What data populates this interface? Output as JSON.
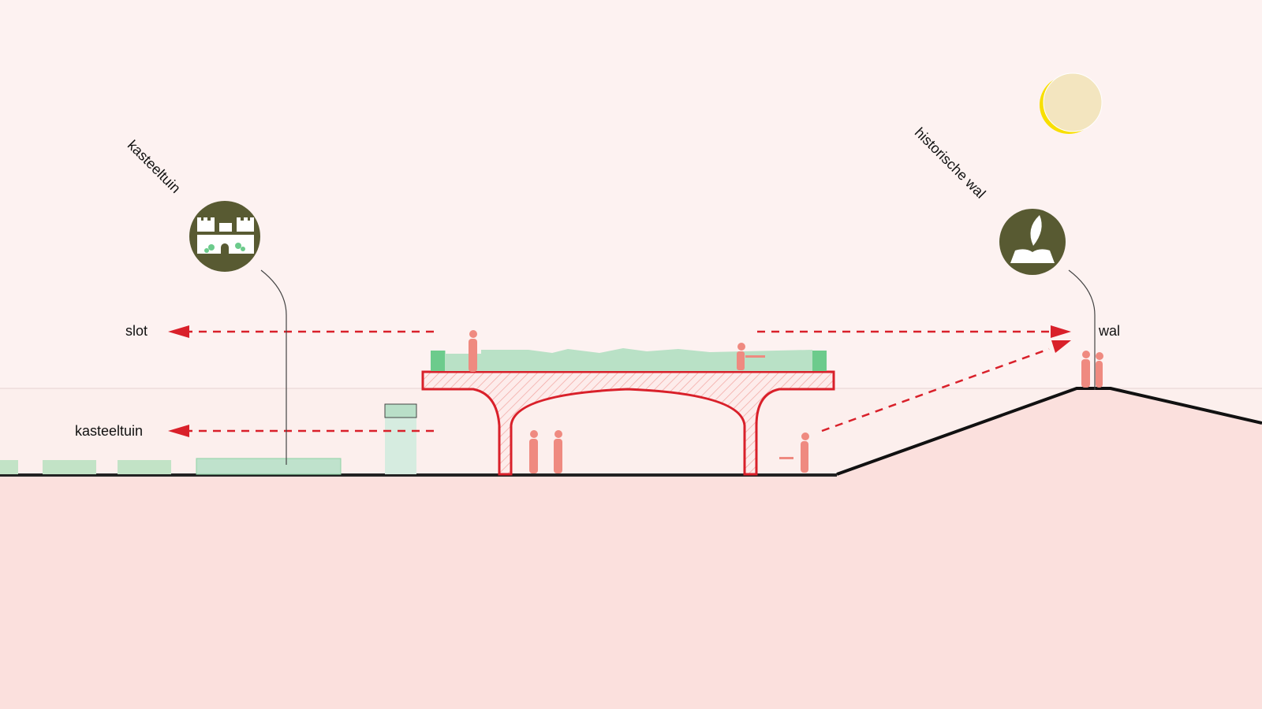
{
  "labels": {
    "kasteeltuin_rotated": "kasteeltuin",
    "historische_wal_rotated": "historische wal",
    "slot_arrow": "slot",
    "kasteeltuin_arrow": "kasteeltuin",
    "wal_arrow": "wal"
  },
  "icons": {
    "left": "castle-garden-icon",
    "right": "book-quill-icon",
    "sky": "sun-icon"
  },
  "colors": {
    "sky": "#fdf2f1",
    "ground": "#fbe0dd",
    "arrow": "#d9202a",
    "icon_bg": "#585a32",
    "green": "#b9e1c6",
    "figures": "#ef8a80"
  }
}
